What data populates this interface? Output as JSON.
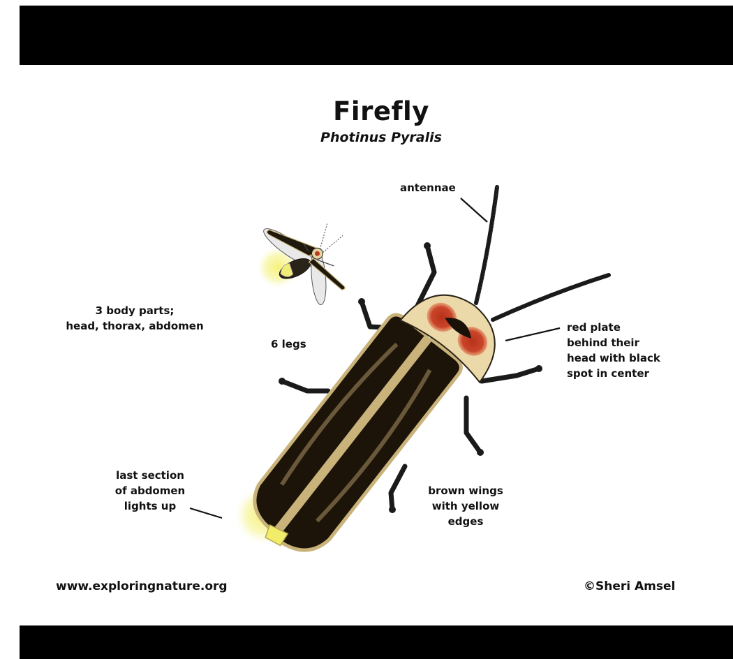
{
  "title": "Firefly",
  "scientific_name": "Photinus Pyralis",
  "labels": {
    "antennae": "antennae",
    "body_parts_line1": "3 body parts;",
    "body_parts_line2": "head, thorax, abdomen",
    "legs": "6 legs",
    "red_plate_line1": "red plate",
    "red_plate_line2": "behind their",
    "red_plate_line3": "head with black",
    "red_plate_line4": "spot in center",
    "last_section_line1": "last section",
    "last_section_line2": "of abdomen",
    "last_section_line3": "lights up",
    "wings_line1": "brown wings",
    "wings_line2": "with yellow",
    "wings_line3": "edges"
  },
  "footer": {
    "website": "www.exploringnature.org",
    "copyright": "©Sheri Amsel"
  },
  "colors": {
    "band": "#000000",
    "wing": "#1c1408",
    "wing_edge": "#c9b37a",
    "pronotum": "#ecd9a9",
    "red_spot": "#c0391b",
    "glow": "#f5f29a"
  }
}
